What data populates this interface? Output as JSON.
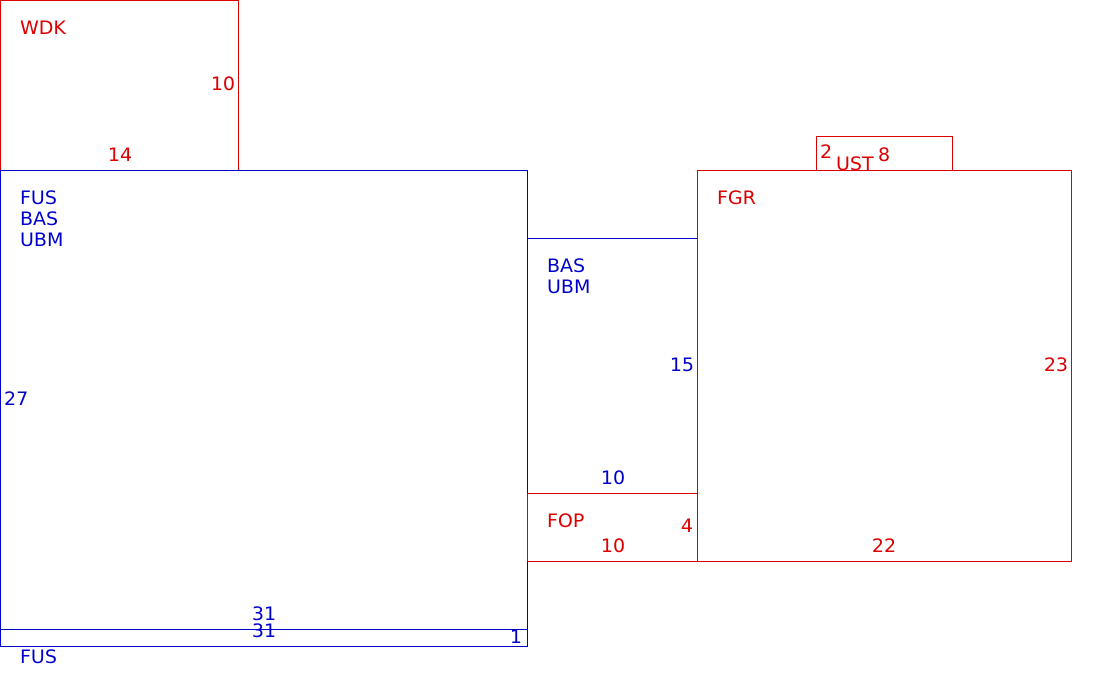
{
  "colors": {
    "blue": "#0000cc",
    "red": "#dd0000"
  },
  "rooms": {
    "wdk": {
      "name": "WDK",
      "dim_side": "10",
      "dim_bottom": "14"
    },
    "main": {
      "names": [
        "FUS",
        "BAS",
        "UBM"
      ],
      "dim_side": "27",
      "dim_bottom": "31"
    },
    "strip": {
      "name": "FUS",
      "dim_top": "31",
      "dim_side": "1"
    },
    "bas": {
      "names": [
        "BAS",
        "UBM"
      ],
      "dim_side": "15",
      "dim_bottom": "10"
    },
    "fop": {
      "name": "FOP",
      "dim_side": "4",
      "dim_bottom": "10"
    },
    "ust": {
      "name": "UST",
      "dim_left": "2",
      "dim_top": "8"
    },
    "fgr": {
      "name": "FGR",
      "dim_side": "23",
      "dim_bottom": "22"
    }
  }
}
